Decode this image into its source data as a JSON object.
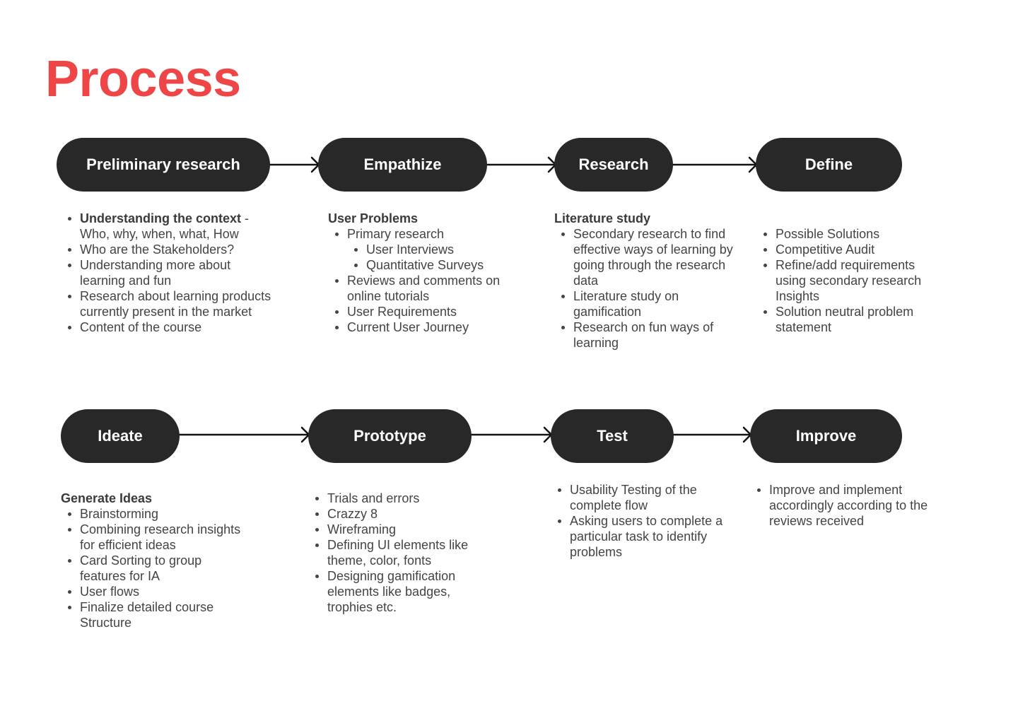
{
  "title": "Process",
  "colors": {
    "title": "#ee4646",
    "pill": "#282828",
    "pill_text": "#ffffff",
    "body_text": "#444444",
    "arrow": "#111111"
  },
  "steps": [
    {
      "label": "Preliminary research",
      "items": [
        "Understanding the context",
        " - Who, why, when, what, How",
        "Who are the Stakeholders?",
        "Understanding more about learning and fun",
        "Research about learning products currently present in the market",
        "Content of the course"
      ]
    },
    {
      "label": "Empathize",
      "heading": "User Problems",
      "items": [
        "Primary research",
        "User Interviews",
        "Quantitative Surveys",
        "Reviews and comments on online tutorials",
        "User Requirements",
        "Current User Journey"
      ]
    },
    {
      "label": "Research",
      "heading": "Literature study",
      "items": [
        "Secondary research to find effective ways of learning by going through the research data",
        "Literature study on gamification",
        "Research on fun ways of learning"
      ]
    },
    {
      "label": "Define",
      "items": [
        "Possible Solutions",
        "Competitive Audit",
        "Refine/add requirements using secondary research Insights",
        "Solution neutral problem statement"
      ]
    },
    {
      "label": "Ideate",
      "heading": "Generate Ideas",
      "items": [
        "Brainstorming",
        "Combining research insights for efficient ideas",
        "Card Sorting to group features for IA",
        "User flows",
        "Finalize detailed course Structure"
      ]
    },
    {
      "label": "Prototype",
      "items": [
        "Trials and errors",
        "Crazzy 8",
        "Wireframing",
        "Defining UI elements like theme, color, fonts",
        "Designing gamification elements like badges, trophies etc."
      ]
    },
    {
      "label": "Test",
      "items": [
        "Usability Testing of the complete flow",
        "Asking users to complete a particular task to identify problems"
      ]
    },
    {
      "label": "Improve",
      "items": [
        "Improve and implement accordingly according to the reviews received"
      ]
    }
  ]
}
